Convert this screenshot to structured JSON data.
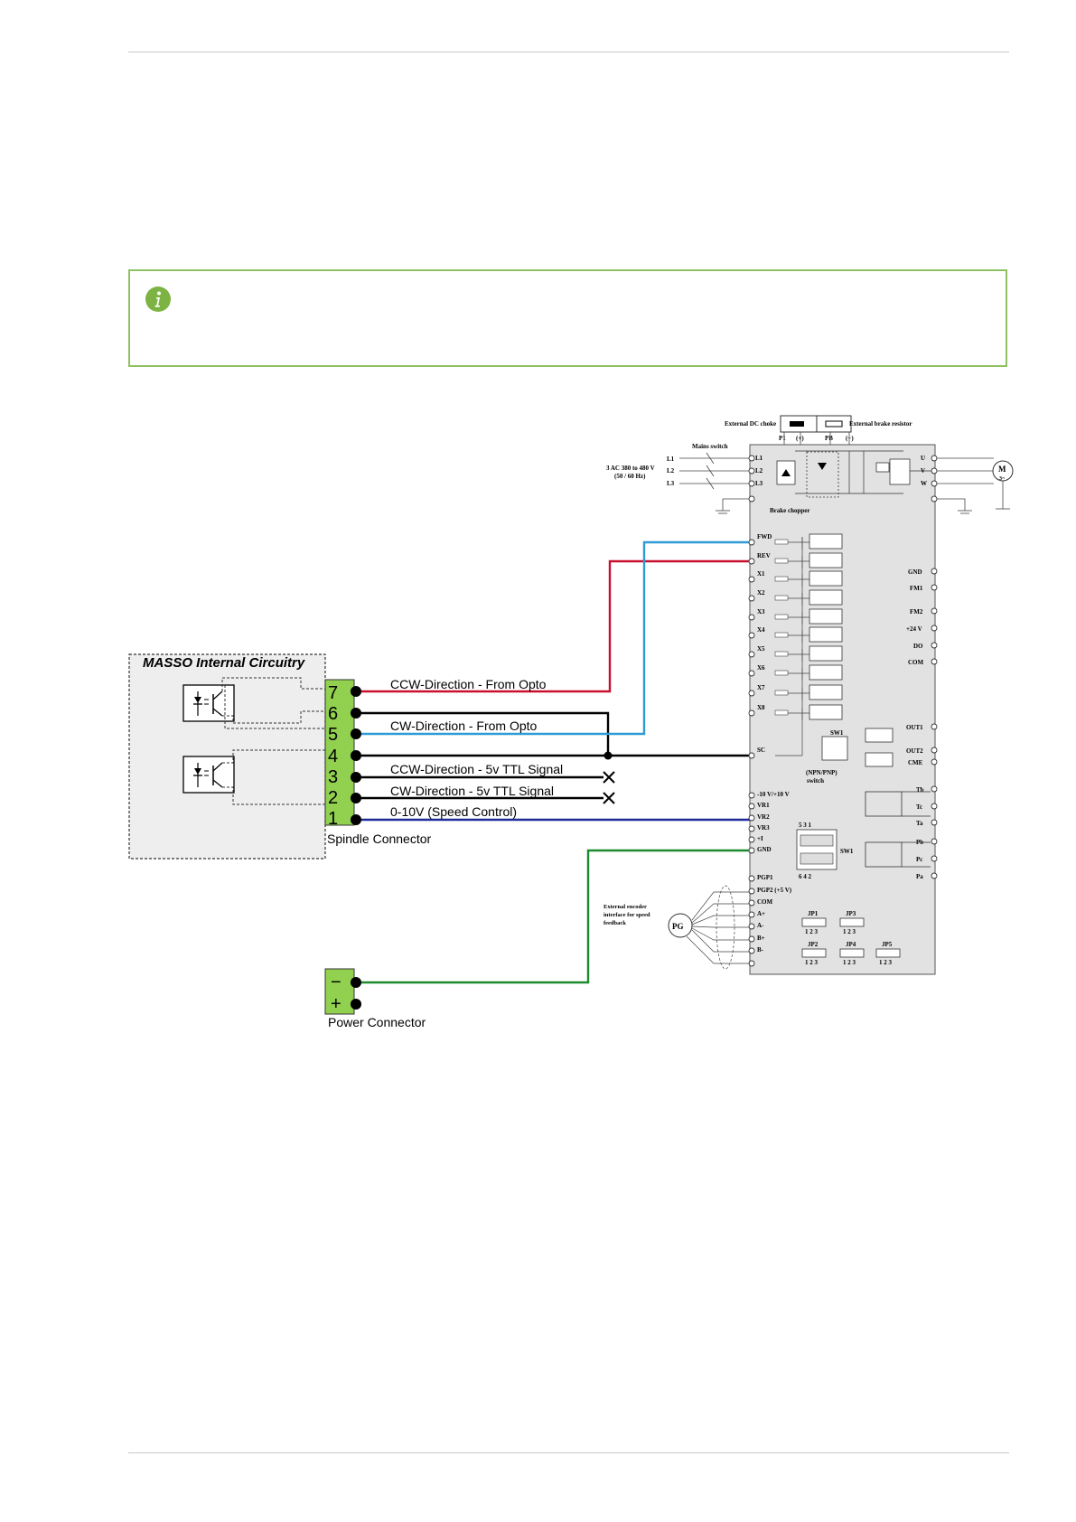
{
  "note": {
    "icon": "info-icon",
    "accent": "#8fc162"
  },
  "masso": {
    "title": "MASSO Internal Circuitry",
    "spindle_connector_label": "Spindle Connector",
    "power_connector_label": "Power Connector",
    "pins": [
      "7",
      "6",
      "5",
      "4",
      "3",
      "2",
      "1"
    ],
    "power_pins": [
      "−",
      "+"
    ],
    "connector_color": "#92d050"
  },
  "wires": {
    "pin7": "CCW-Direction - From Opto",
    "pin5": "CW-Direction - From Opto",
    "pin3": "CCW-Direction - 5v TTL Signal",
    "pin2": "CW-Direction - 5v TTL Signal",
    "pin1": "0-10V (Speed Control)",
    "colors": {
      "red": "#c8102e",
      "blue": "#2e9bd6",
      "black": "#000000",
      "navy": "#1f2a99",
      "green": "#1b8a2e"
    }
  },
  "vfd": {
    "top_labels": {
      "dc_choke": "External DC choke",
      "brake_resistor": "External brake resistor",
      "p1": "P1",
      "plus": "(+)",
      "pb": "PB",
      "minus": "(−)",
      "mains_switch": "Mains switch",
      "brake_chopper": "Brake chopper"
    },
    "supply": {
      "line1": "3 AC 380 to 480 V",
      "line2": "(50 / 60 Hz)",
      "l1": "L1",
      "l2": "L2",
      "l3": "L3"
    },
    "motor": {
      "m": "M",
      "phase": "3~"
    },
    "outputs_top": [
      "U",
      "V",
      "W"
    ],
    "inputs_power": [
      "L1",
      "L2",
      "L3"
    ],
    "digital_inputs": [
      "FWD",
      "REV",
      "X1",
      "X2",
      "X3",
      "X4",
      "X5",
      "X6",
      "X7",
      "X8"
    ],
    "sc": "SC",
    "sw1": "SW1",
    "npn_pnp": "(NPN/PNP)",
    "switch_word": "switch",
    "analog": [
      "-10 V/+10 V",
      "VR1",
      "VR2",
      "VR3",
      "+I",
      "GND"
    ],
    "pg": [
      "PGP1",
      "PGP2 (+5 V)",
      "COM",
      "A+",
      "A-",
      "B+",
      "B-"
    ],
    "right_terminals": [
      "GND",
      "FM1",
      "FM2",
      "+24 V",
      "DO",
      "COM"
    ],
    "outputs": [
      "OUT1",
      "OUT2",
      "CME"
    ],
    "relays": [
      "Tb",
      "Tc",
      "Ta",
      "Pb",
      "Pc",
      "Pa"
    ],
    "sw_nums_top": "5   3   1",
    "sw_nums_bottom": "6   4   2",
    "encoder": {
      "line1": "External encoder",
      "line2": "interface for speed",
      "line3": "feedback",
      "pg": "PG"
    },
    "jumpers": [
      "JP1",
      "JP3",
      "JP2",
      "JP4",
      "JP5"
    ],
    "jumper_pins": "1 2 3"
  }
}
